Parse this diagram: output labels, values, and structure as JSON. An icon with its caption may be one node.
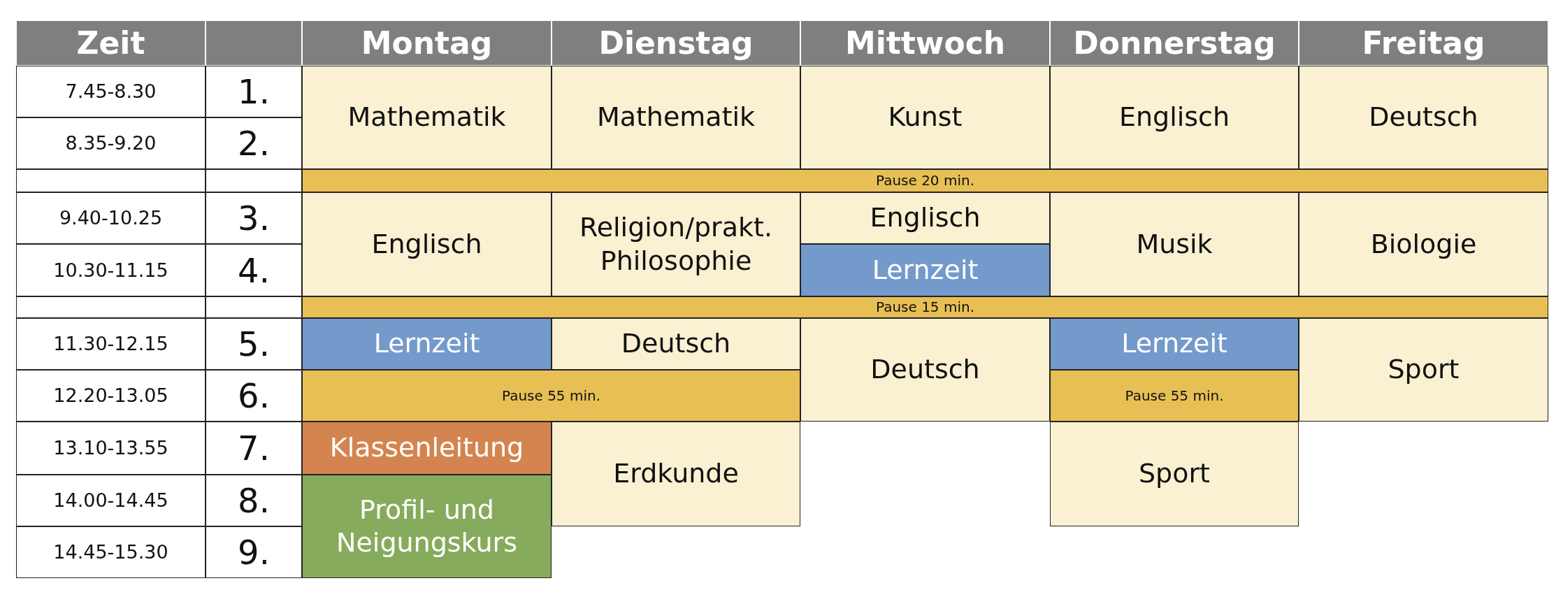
{
  "diagram": {
    "nodes": [
      {
        "text": [
          "Zeit"
        ]
      },
      {
        "text": [],
        "shape": "box"
      },
      {
        "text": [
          "Montag"
        ]
      },
      {
        "text": [
          "Dienstag"
        ]
      },
      {
        "text": [
          "Mittwoch"
        ]
      },
      {
        "text": [
          "Donnerstag"
        ]
      },
      {
        "text": [
          "Freitag"
        ]
      },
      {
        "text": [
          "7.45-8.30"
        ]
      },
      {
        "text": [
          "1."
        ]
      },
      {
        "text": [
          "Mathematik"
        ]
      },
      {
        "text": [
          "Mathematik"
        ]
      },
      {
        "text": [
          "Kunst"
        ]
      },
      {
        "text": [
          "Englisch"
        ]
      },
      {
        "text": [
          "Deutsch"
        ]
      },
      {
        "text": [
          "8.35-9.20"
        ]
      },
      {
        "text": [
          "2."
        ]
      },
      {
        "text": [],
        "shape": "box"
      },
      {
        "text": [],
        "shape": "box"
      },
      {
        "text": [
          "Pause 20 min."
        ]
      },
      {
        "text": [
          "9.40-10.25"
        ]
      },
      {
        "text": [
          "3."
        ]
      },
      {
        "text": [
          "Englisch"
        ]
      },
      {
        "text": [
          "Religion/prakt. Philosophie"
        ]
      },
      {
        "text": [
          "Englisch"
        ]
      },
      {
        "text": [
          "Musik"
        ]
      },
      {
        "text": [
          "Biologie"
        ]
      },
      {
        "text": [
          "10.30-11.15"
        ]
      },
      {
        "text": [
          "4."
        ]
      },
      {
        "text": [
          "Lernzeit"
        ]
      },
      {
        "text": [],
        "shape": "box"
      },
      {
        "text": [],
        "shape": "box"
      },
      {
        "text": [
          "Pause 15 min."
        ]
      },
      {
        "text": [
          "11.30-12.15"
        ]
      },
      {
        "text": [
          "5."
        ]
      },
      {
        "text": [
          "Lernzeit"
        ]
      },
      {
        "text": [
          "Deutsch"
        ]
      },
      {
        "text": [
          "Deutsch"
        ]
      },
      {
        "text": [
          "Lernzeit"
        ]
      },
      {
        "text": [
          "Sport"
        ]
      },
      {
        "text": [
          "12.20-13.05"
        ]
      },
      {
        "text": [
          "6."
        ]
      },
      {
        "text": [
          "Pause 55 min."
        ]
      },
      {
        "text": [
          "Pause 55 min."
        ]
      },
      {
        "text": [
          "13.10-13.55"
        ]
      },
      {
        "text": [
          "7."
        ]
      },
      {
        "text": [
          "Klassenleitung"
        ]
      },
      {
        "text": [
          "Erdkunde"
        ]
      },
      {
        "text": [
          "Sport"
        ]
      },
      {
        "text": [
          "14.00-14.45"
        ]
      },
      {
        "text": [
          "8."
        ]
      },
      {
        "text": [
          "Profil- und Neigungskurs"
        ]
      },
      {
        "text": [
          "14.45-15.30"
        ]
      },
      {
        "text": [
          "9."
        ]
      }
    ]
  }
}
